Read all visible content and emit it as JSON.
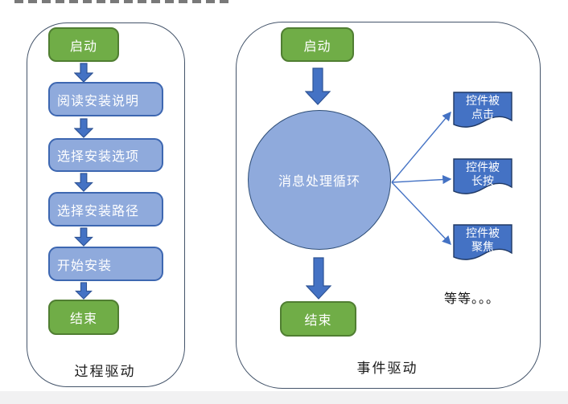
{
  "colors": {
    "node_green_fill": "#70ad47",
    "node_green_border": "#507e32",
    "node_blue_fill": "#8faadc",
    "node_blue_border": "#3d67b1",
    "doc_fill": "#4472c4",
    "doc_border": "#1f3864",
    "arrow_fill": "#4472c4",
    "arrow_border": "#2e5395",
    "panel_border": "#44546a"
  },
  "left_chart": {
    "label": "过程驱动",
    "start": "启动",
    "steps": [
      "阅读安装说明",
      "选择安装选项",
      "选择安装路径",
      "开始安装"
    ],
    "end": "结束"
  },
  "right_chart": {
    "label": "事件驱动",
    "start": "启动",
    "loop": "消息处理循环",
    "end": "结束",
    "events": [
      {
        "line1": "控件被",
        "line2": "点击"
      },
      {
        "line1": "控件被",
        "line2": "长按"
      },
      {
        "line1": "控件被",
        "line2": "聚焦"
      }
    ],
    "etc": "等等。。。"
  }
}
